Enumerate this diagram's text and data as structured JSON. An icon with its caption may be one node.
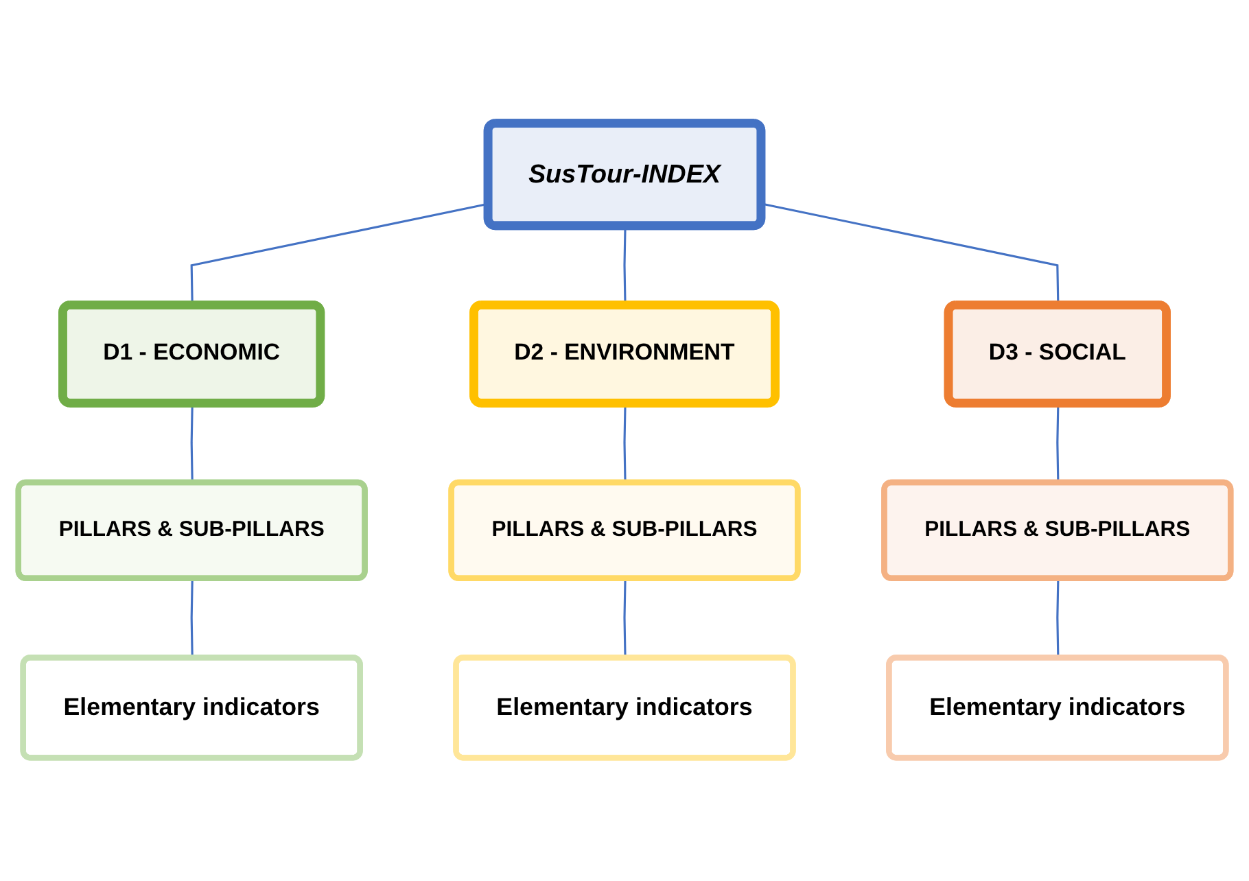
{
  "diagram": {
    "nodes": [
      {
        "text": [
          "SusTour-INDEX"
        ]
      },
      {
        "text": [
          "D1 - ECONOMIC"
        ]
      },
      {
        "text": [
          "D2 - ENVIRONMENT"
        ]
      },
      {
        "text": [
          "D3 - SOCIAL"
        ]
      },
      {
        "text": [
          "PILLARS & SUB-PILLARS"
        ]
      },
      {
        "text": [
          "PILLARS & SUB-PILLARS"
        ]
      },
      {
        "text": [
          "PILLARS & SUB-PILLARS"
        ]
      },
      {
        "text": [
          "Elementary indicators"
        ]
      },
      {
        "text": [
          "Elementary indicators"
        ]
      },
      {
        "text": [
          "Elementary indicators"
        ]
      }
    ],
    "edges": [
      {
        "from": 0,
        "to": 1,
        "arrow": "none"
      },
      {
        "from": 0,
        "to": 2,
        "arrow": "none"
      },
      {
        "from": 0,
        "to": 3,
        "arrow": "none"
      },
      {
        "from": 1,
        "to": 4,
        "arrow": "none"
      },
      {
        "from": 2,
        "to": 5,
        "arrow": "none"
      },
      {
        "from": 3,
        "to": 6,
        "arrow": "none"
      },
      {
        "from": 4,
        "to": 7,
        "arrow": "none"
      },
      {
        "from": 5,
        "to": 8,
        "arrow": "none"
      },
      {
        "from": 6,
        "to": 9,
        "arrow": "none"
      }
    ]
  }
}
